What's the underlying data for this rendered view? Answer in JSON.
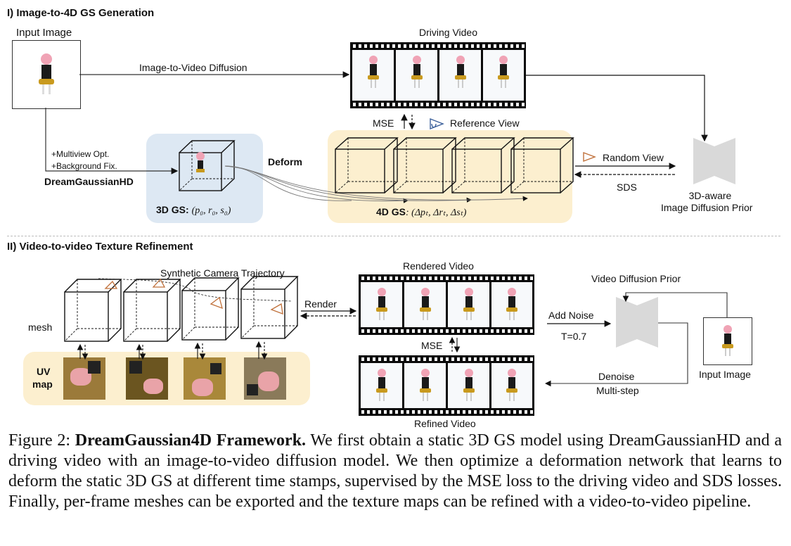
{
  "section1": {
    "title": "I) Image-to-4D GS Generation",
    "input_image_label": "Input Image",
    "driving_video_label": "Driving Video",
    "i2v_label": "Image-to-Video Diffusion",
    "mse_label": "MSE",
    "reference_view_label": "Reference View",
    "multiview_label": "+Multiview Opt.",
    "background_label": "+Background Fix.",
    "dghd_label": "DreamGaussianHD",
    "deform_label": "Deform",
    "gs3d_prefix": "3D GS:",
    "gs3d_params": "(p₀, r₀, s₀)",
    "gs4d_prefix": "4D GS",
    "gs4d_params": ": (Δpₜ, Δrₜ, Δsₜ)",
    "random_view_label": "Random View",
    "sds_label": "SDS",
    "prior_label_line1": "3D-aware",
    "prior_label_line2": "Image Diffusion Prior",
    "colors": {
      "blue_panel": "#dde8f3",
      "yellow_panel": "#fcefcf",
      "camera_orange": "#c0703a",
      "camera_blue": "#3a5f9a",
      "prior_gray": "#d9d9d9"
    }
  },
  "section2": {
    "title": "II) Video-to-video Texture Refinement",
    "trajectory_label": "Synthetic Camera Trajectory",
    "mesh_label": "mesh",
    "uv_label_line1": "UV",
    "uv_label_line2": "map",
    "render_label": "Render",
    "rendered_video_label": "Rendered Video",
    "mse_label": "MSE",
    "refined_video_label": "Refined Video",
    "video_prior_label": "Video Diffusion Prior",
    "add_noise_label": "Add Noise",
    "t_label": "T=0.7",
    "denoise_label": "Denoise",
    "multistep_label": "Multi-step",
    "input_image_label": "Input Image"
  },
  "caption": {
    "prefix": "Figure 2: ",
    "title": "DreamGaussian4D Framework.",
    "body": " We first obtain a static 3D GS model using DreamGaussianHD and a driving video with an image-to-video diffusion model. We then optimize a deformation network that learns to deform the static 3D GS at different time stamps, supervised by the MSE loss to the driving video and SDS losses. Finally, per-frame meshes can be exported and the texture maps can be refined with a video-to-video pipeline."
  }
}
